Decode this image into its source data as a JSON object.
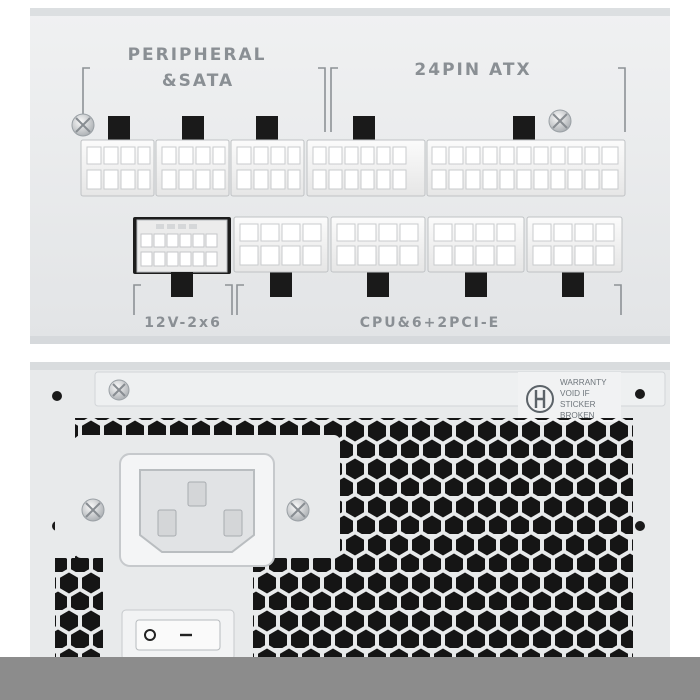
{
  "modular_panel": {
    "labels": {
      "peripheral_line1": "PERIPHERAL",
      "peripheral_line2": "&SATA",
      "atx": "24PIN ATX",
      "gpu": "12V-2x6",
      "cpu_pcie": "CPU&6+2PCI-E"
    }
  },
  "rear_panel": {
    "warranty_sticker": {
      "line1": "WARRANTY",
      "line2": "VOID IF",
      "line3": "STICKER",
      "line4": "BROKEN"
    }
  },
  "colors": {
    "panel": "#e9ebec",
    "label": "#8a8f94",
    "connector": "#f6f6f6",
    "hole": "#141414"
  }
}
